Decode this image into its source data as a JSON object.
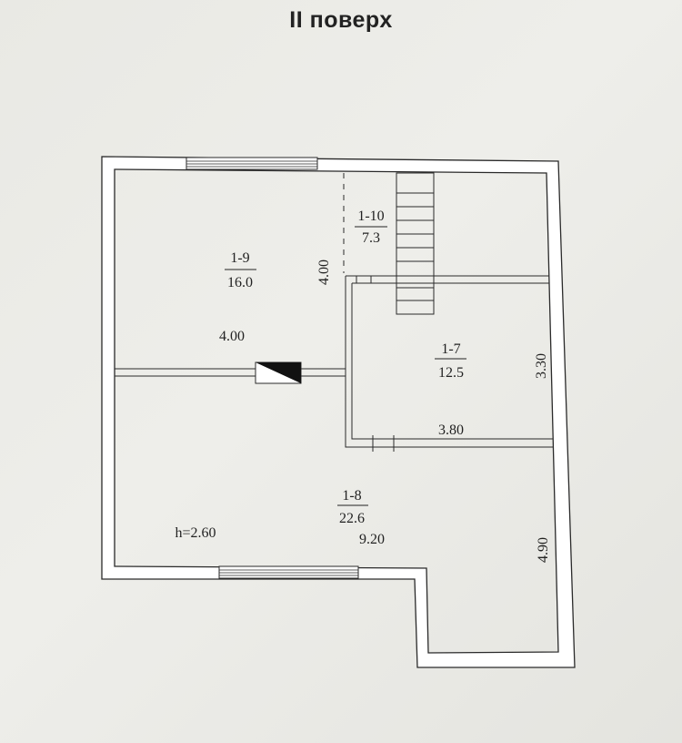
{
  "page": {
    "title": "II поверх"
  },
  "rooms": [
    {
      "id": "1-9",
      "area": "16.0"
    },
    {
      "id": "1-10",
      "area": "7.3"
    },
    {
      "id": "1-7",
      "area": "12.5"
    },
    {
      "id": "1-8",
      "area": "22.6"
    }
  ],
  "dimensions": {
    "room19_width": "4.00",
    "room19_height": "4.00",
    "room17_height": "3.30",
    "room17_width": "3.80",
    "room18_width": "9.20",
    "right_height": "4.90"
  },
  "ceiling_height": "h=2.60"
}
